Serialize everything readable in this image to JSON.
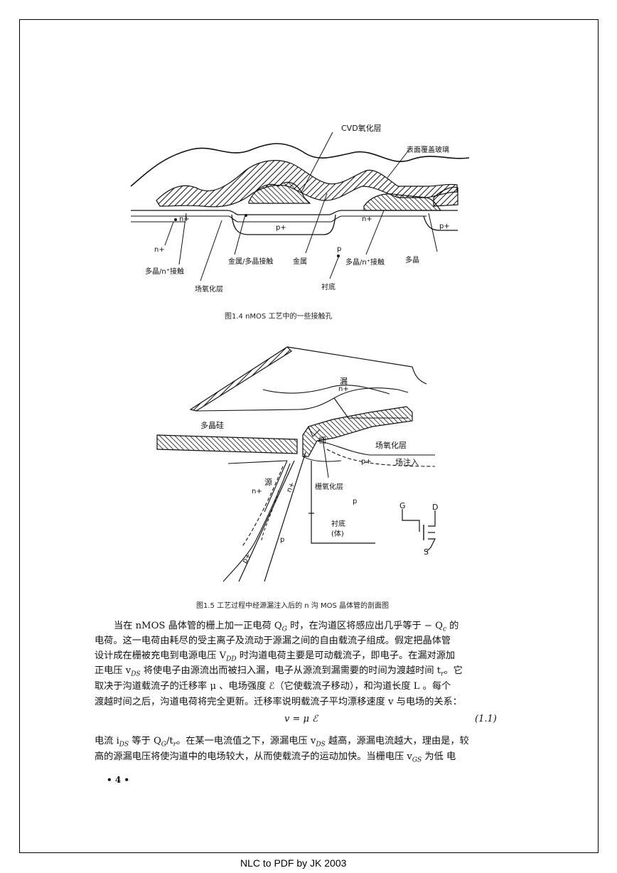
{
  "figure_1_4": {
    "labels": {
      "cvd": "CVD氧化层",
      "surface": "表面覆盖玻璃",
      "n_plus_a": "n+",
      "n_plus_b": "n+",
      "n_plus_c": "n+",
      "p_plus_a": "p+",
      "p_plus_b": "p+",
      "p": "p",
      "contact_left": "多晶/n⁺接触",
      "metal_poly": "金属/多晶接触",
      "gate": "金属",
      "poly_n_contact": "多晶/n⁺接触",
      "poly": "多晶",
      "field_oxide": "场氧化层",
      "substrate": "衬底"
    },
    "caption": "图1.4  nMOS 工艺中的一些接触孔"
  },
  "figure_1_5": {
    "labels": {
      "drain": "漏",
      "drain_n": "n+",
      "poly_si": "多晶硅",
      "field_oxide": "场氧化层",
      "gate_mark": "栅",
      "p_plus": "p+",
      "field_implant": "场注入",
      "source": "源",
      "source_n": "n+",
      "gate_oxide": "栅氧化层",
      "p_a": "p",
      "p_b": "p",
      "substrate": "衬底",
      "body": "(体)",
      "p_plus_diag": "p+",
      "n_plus_diag": "n+",
      "sym_g": "G",
      "sym_d": "D",
      "sym_s": "S"
    },
    "caption": "图1.5  工艺过程中经源漏注入后的 n 沟 MOS 晶体管的剖面图"
  },
  "text": {
    "line1": "当在 nMOS 晶体管的栅上加一正电荷 Q",
    "line1_sub": "G",
    "line1_b": " 时，在沟道区将感应出几乎等于 − Q",
    "line1_sub2": "c",
    "line1_c": " 的",
    "line2": "电荷。这一电荷由耗尽的受主离子及流动于源漏之间的自由载流子组成。假定把晶体管",
    "line3": "设计成在栅被充电到电源电压 V",
    "line3_sub": "DD",
    "line3_b": " 时沟道电荷主要是可动载流子，即电子。在漏对源加",
    "line4": "正电压 v",
    "line4_sub": "DS",
    "line4_b": " 将使电子由源流出而被扫入漏，电子从源流到漏需要的时间为渡越时间 t",
    "line4_sub2": "r",
    "line4_c": "。它",
    "line5": "取决于沟道载流子的迁移率 μ 、电场强度 ℰ（它使载流子移动），和沟道长度 L 。每个",
    "line6": "渡越时间之后，沟道电荷将完全更新。迁移率说明载流子平均漂移速度 v 与电场的关系：",
    "equation": "v = μ ℰ",
    "equation_number": "(1.1)",
    "line7": "电流 i",
    "line7_sub": "DS",
    "line7_b": " 等于 Q",
    "line7_sub2": "G",
    "line7_c": "/t",
    "line7_sub3": "r",
    "line7_d": "。在某一电流值之下，源漏电压 v",
    "line7_sub4": "DS",
    "line7_e": " 越高，源漏电流越大，理由是，较",
    "line8": "高的源漏电压将使沟道中的电场较大，从而使载流子的运动加快。当栅电压 v",
    "line8_sub": "GS",
    "line8_b": " 为低 电",
    "page_number": "•  4  •"
  },
  "footer": "NLC to PDF by JK  2003"
}
